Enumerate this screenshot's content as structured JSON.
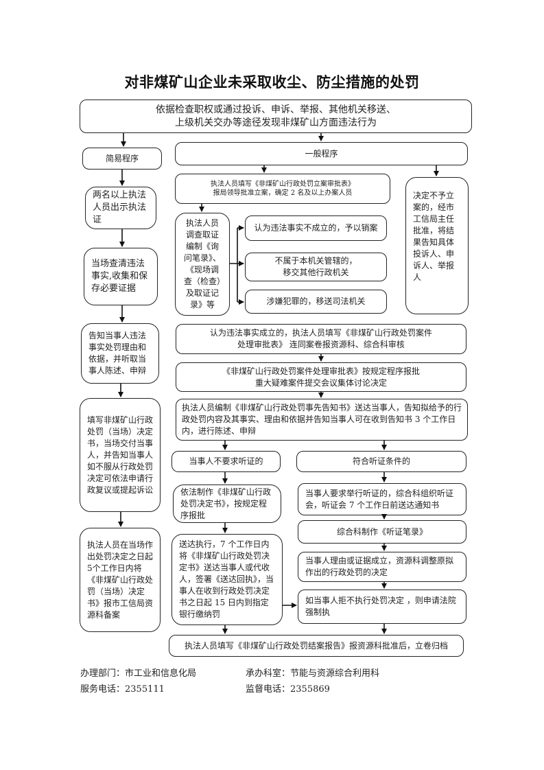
{
  "title": "对非煤矿山企业未采取收尘、防尘措施的处罚",
  "start": "依据检查职权或通过投诉、申诉、举报、其他机关移送、\n上级机关交办等途径发现非煤矿山方面违法行为",
  "simple": {
    "header": "简易程序",
    "steps": [
      "两名以上执法人员出示执法证",
      "当场查清违法事实,收集和保存必要证据",
      "告知当事人违法事实处罚理由和依据，并听取当事人陈述、申辩",
      "填写非煤矿山行政处罚（当场）决定书，当场交付当事人，并告知当事人如不服从行政处罚决定可依法申请行政复议或提起诉讼",
      "执法人员在当场作出处罚决定之日起5个工作日内将《非煤矿山行政处罚（当场）决定书》报市工信局资源科备案"
    ]
  },
  "general": {
    "header": "一般程序",
    "filing": "执法人员填写《非煤矿山行政处罚立案审批表》\n报局领导批准立案，确定 2 名及以上办案人员",
    "no_filing": "决定不予立案的，经市工信局主任批准，将结果告知具体投诉人、申诉人、举报人",
    "investigation": "执法人员调查取证编制《询问笔录》、《现场调查（检查）及取证记录》等",
    "outcomes": [
      "认为违法事实不成立的，予以销案",
      "不属于本机关管辖的，\n移交其他行政机关",
      "涉嫌犯罪的，移送司法机关"
    ],
    "established": "认为违法事实成立的，执法人员填写《非煤矿山行政处罚案件\n处理审批表》 连同案卷报资源科、综合科审核",
    "approval": "《非煤矿山行政处罚案件处理审批表》按规定程序报批\n重大疑难案件提交会议集体讨论决定",
    "prior_notice": "执法人员编制《非煤矿山行政处罚事先告知书》送达当事人，告知拟给予的行政处罚内容及其事实、理由和依据并告知当事人可在收到告知书 3 个工作日内，进行陈述、申辩",
    "no_hearing": {
      "header": "当事人不要求听证的",
      "decision": "依法制作《非煤矿山行政处罚决定书》，按规定程序报批",
      "delivery": "送达执行，7 个工作日内将《非煤矿山行政处罚决定书》送达当事人或代收人，签署《送达回执》，当事人在收到行政处罚决定书之日起 15 日内到指定银行缴纳罚"
    },
    "hearing": {
      "header": "符合听证条件的",
      "request": "当事人要求举行听证的，综合科组织听证会，听证会 7 个工作日前送达通知书",
      "record": "综合科制作《听证笔录》",
      "adjust": "当事人理由或证据成立，资源科调整原拟作出的行政处罚的决定",
      "enforce": "如当事人拒不执行处罚决定 ，则申请法院强制执"
    },
    "closing": "执法人员填写《非煤矿山行政处罚结案报告》报资源科批准后，立卷归档"
  },
  "footer": {
    "department_label": "办理部门：",
    "department": "市工业和信息化局",
    "office_label": "承办科室：",
    "office": "节能与资源综合利用科",
    "service_phone_label": "服务电话：",
    "service_phone": "2355111",
    "supervision_phone_label": "监督电话：",
    "supervision_phone": "2355869"
  }
}
